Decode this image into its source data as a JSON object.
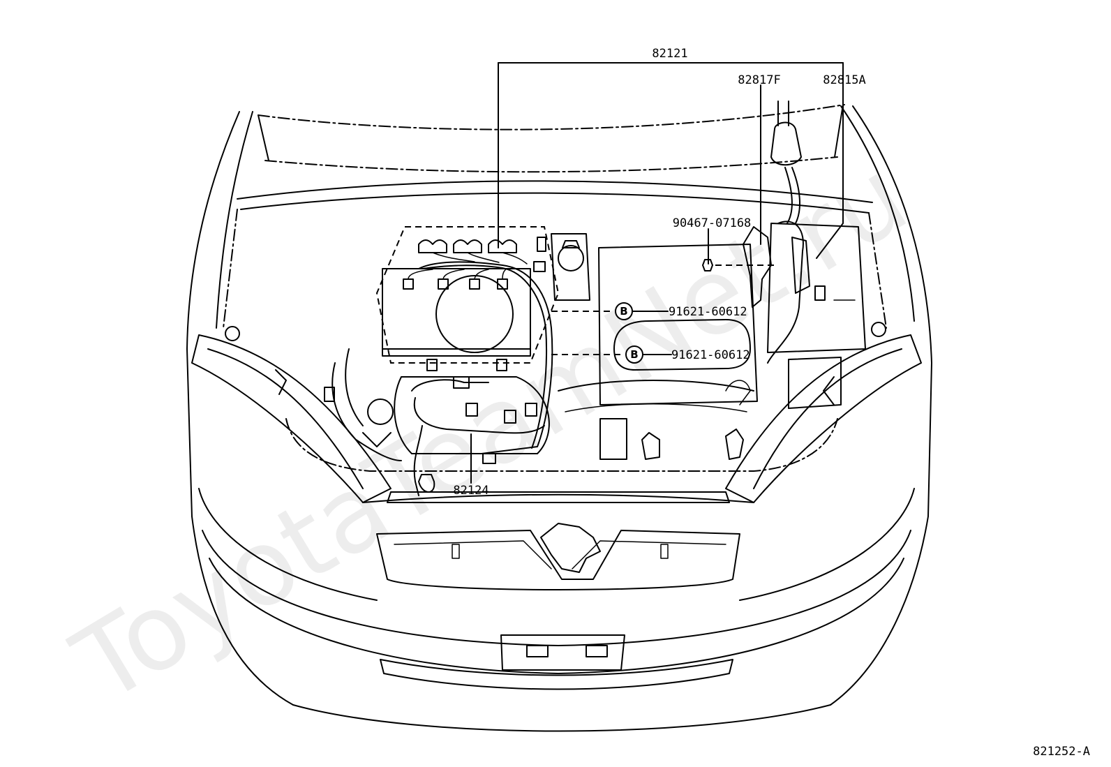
{
  "callouts": {
    "harness_main": "82121",
    "bracket": "82817F",
    "holder": "82815A",
    "clip": "90467-07168",
    "bolt_upper": "91621-60612",
    "bolt_lower": "91621-60612",
    "harness_engine": "82124"
  },
  "markers": {
    "bolt_upper": "B",
    "bolt_lower": "B"
  },
  "diagram_id": "821252-A",
  "watermark": "ToyotaTeamNet.ru",
  "colors": {
    "line": "#000000",
    "background": "#ffffff"
  }
}
